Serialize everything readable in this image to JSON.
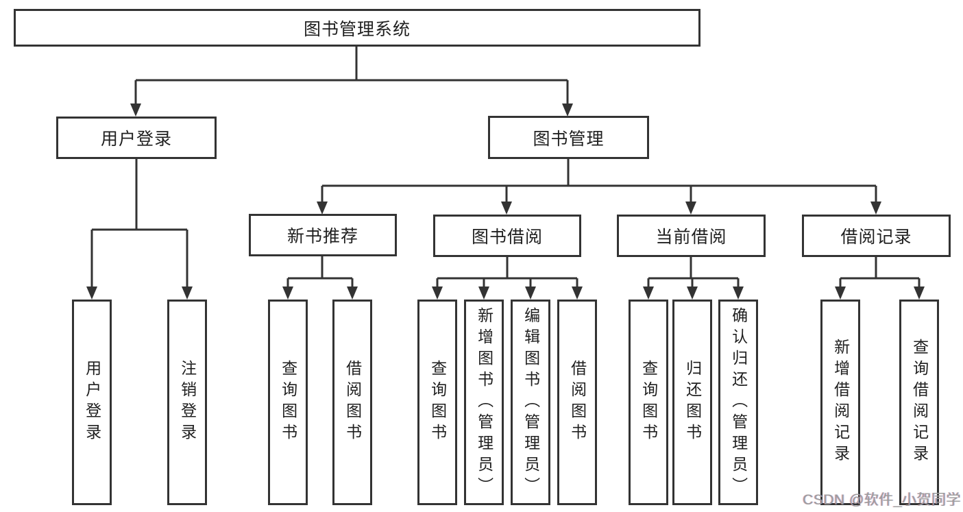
{
  "diagram": {
    "root": {
      "label": "图书管理系统"
    },
    "level1": [
      {
        "label": "用户登录"
      },
      {
        "label": "图书管理"
      }
    ],
    "level2": [
      {
        "label": "新书推荐",
        "parent": "图书管理"
      },
      {
        "label": "图书借阅",
        "parent": "图书管理"
      },
      {
        "label": "当前借阅",
        "parent": "图书管理"
      },
      {
        "label": "借阅记录",
        "parent": "图书管理"
      }
    ],
    "leaves": [
      {
        "label": "用户登录",
        "parent": "用户登录"
      },
      {
        "label": "注销登录",
        "parent": "用户登录"
      },
      {
        "label": "查询图书",
        "parent": "新书推荐"
      },
      {
        "label": "借阅图书",
        "parent": "新书推荐"
      },
      {
        "label": "查询图书",
        "parent": "图书借阅"
      },
      {
        "label": "新增图书（管理员）",
        "parent": "图书借阅"
      },
      {
        "label": "编辑图书（管理员）",
        "parent": "图书借阅"
      },
      {
        "label": "借阅图书",
        "parent": "图书借阅"
      },
      {
        "label": "查询图书",
        "parent": "当前借阅"
      },
      {
        "label": "归还图书",
        "parent": "当前借阅"
      },
      {
        "label": "确认归还（管理员）",
        "parent": "当前借阅"
      },
      {
        "label": "新增借阅记录",
        "parent": "借阅记录"
      },
      {
        "label": "查询借阅记录",
        "parent": "借阅记录"
      }
    ]
  },
  "watermark": {
    "text": "CSDN @软件_小贺同学"
  },
  "colors": {
    "line": "#333333",
    "text": "#1f1f1f",
    "background": "#ffffff",
    "watermark": "#9c9c9c"
  }
}
